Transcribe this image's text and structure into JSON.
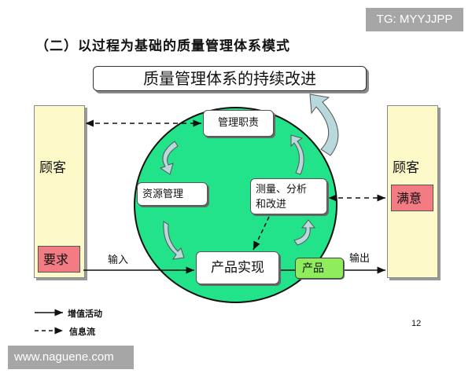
{
  "watermark_top": "TG: MYYJJPP",
  "heading": "（二）以过程为基础的质量管理体系模式",
  "banner": "质量管理体系的持续改进",
  "left_customer": {
    "label": "顾客",
    "box": "要求"
  },
  "right_customer": {
    "label": "顾客",
    "box": "满意"
  },
  "processes": {
    "management": "管理职责",
    "resources": "资源管理",
    "measure_line1": "测量、分析",
    "measure_line2": "和改进",
    "realization": "产品实现"
  },
  "product": "产品",
  "input_label": "输入",
  "output_label": "输出",
  "legend": {
    "solid": "增值活动",
    "dashed": "信息流"
  },
  "page_number": "12",
  "watermark_bottom": "www.naguene.com",
  "colors": {
    "circle": "#22e28a",
    "customer": "#fdf9c8",
    "pink": "#f27b84",
    "product": "#8fec5c",
    "arrow": "#b8d8dc"
  }
}
